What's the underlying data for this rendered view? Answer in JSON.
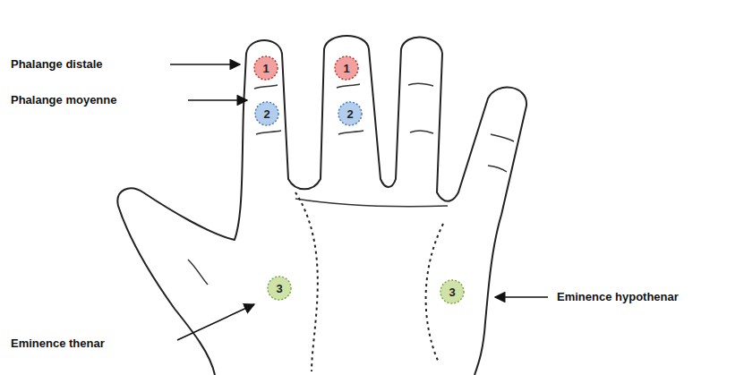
{
  "diagram": {
    "nodes": [
      {
        "text": [
          "1"
        ]
      },
      {
        "text": [
          "1"
        ]
      },
      {
        "text": [
          "2"
        ]
      },
      {
        "text": [
          "2"
        ]
      },
      {
        "text": [
          "3"
        ]
      },
      {
        "text": [
          "3"
        ]
      }
    ],
    "labels": [
      "Phalange distale",
      "Phalange moyenne",
      "Eminence thenar",
      "Eminence hypothenar"
    ]
  }
}
